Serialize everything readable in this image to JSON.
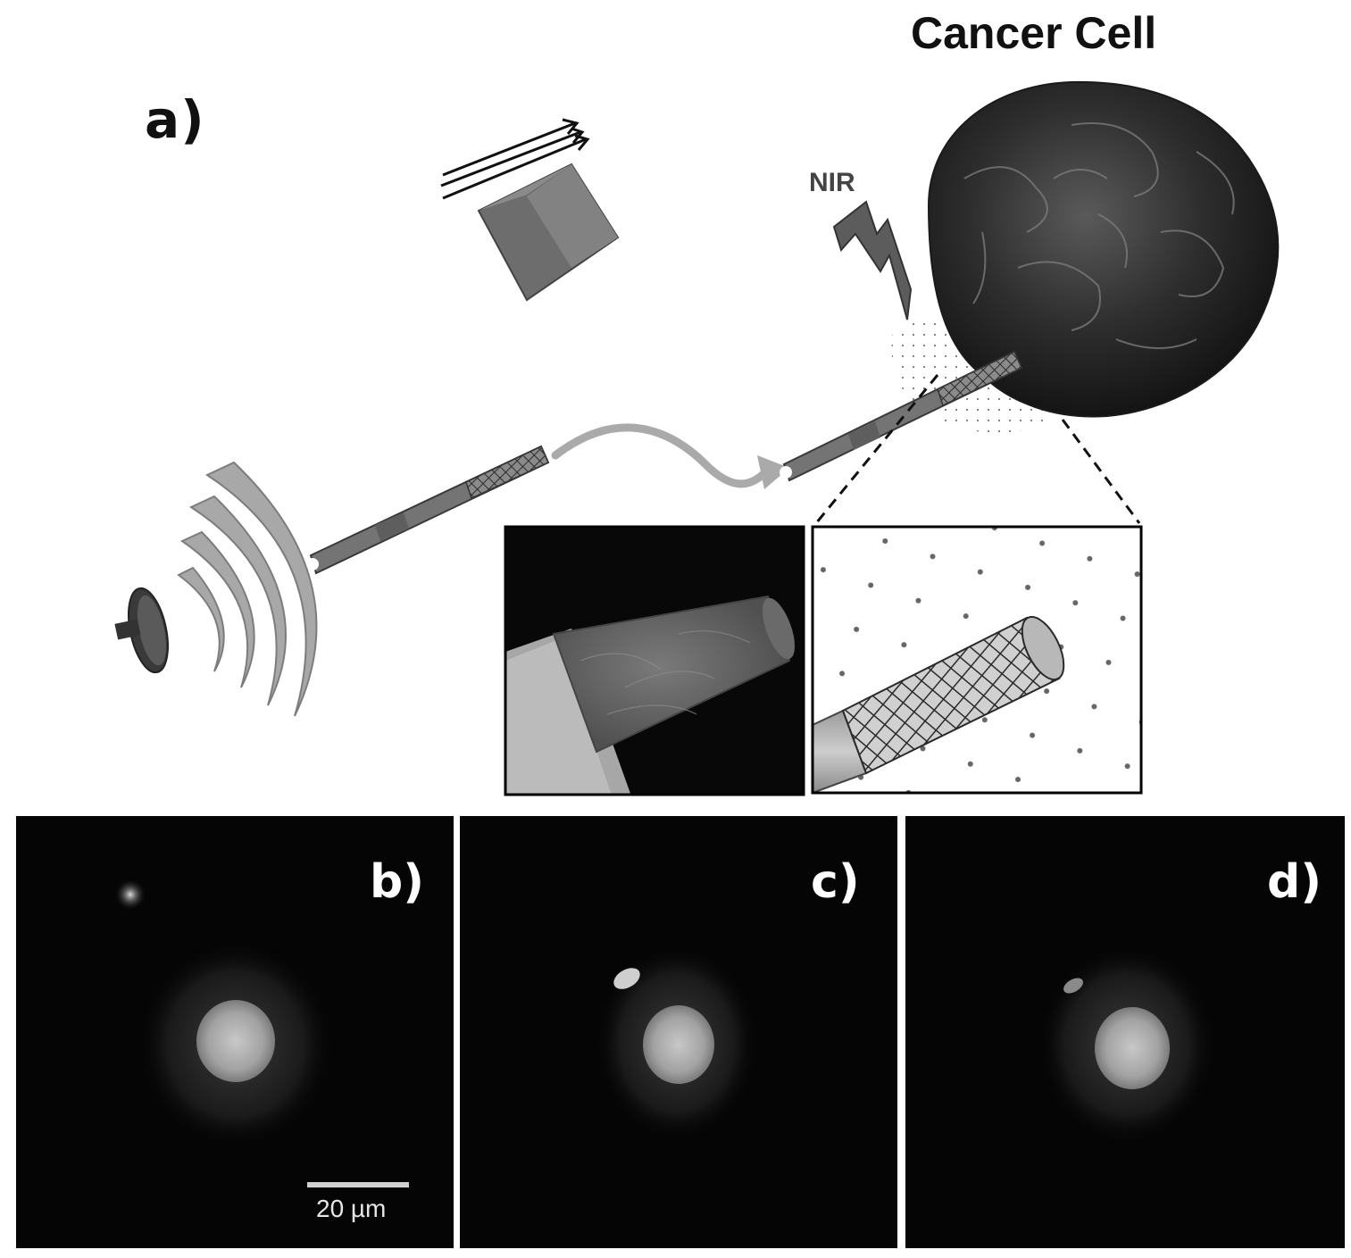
{
  "figure": {
    "panel_a_label": "a)",
    "title": "Cancer Cell",
    "nir_label": "NIR"
  },
  "micrographs": [
    {
      "label": "b)"
    },
    {
      "label": "c)"
    },
    {
      "label": "d)"
    }
  ],
  "scale_bar": {
    "text": "20 µm"
  },
  "colors": {
    "background": "#ffffff",
    "micrograph_background": "#050505",
    "wave": "#9a9a9a",
    "rod": "#6f6f6f",
    "cell": "#2f2f2f"
  }
}
